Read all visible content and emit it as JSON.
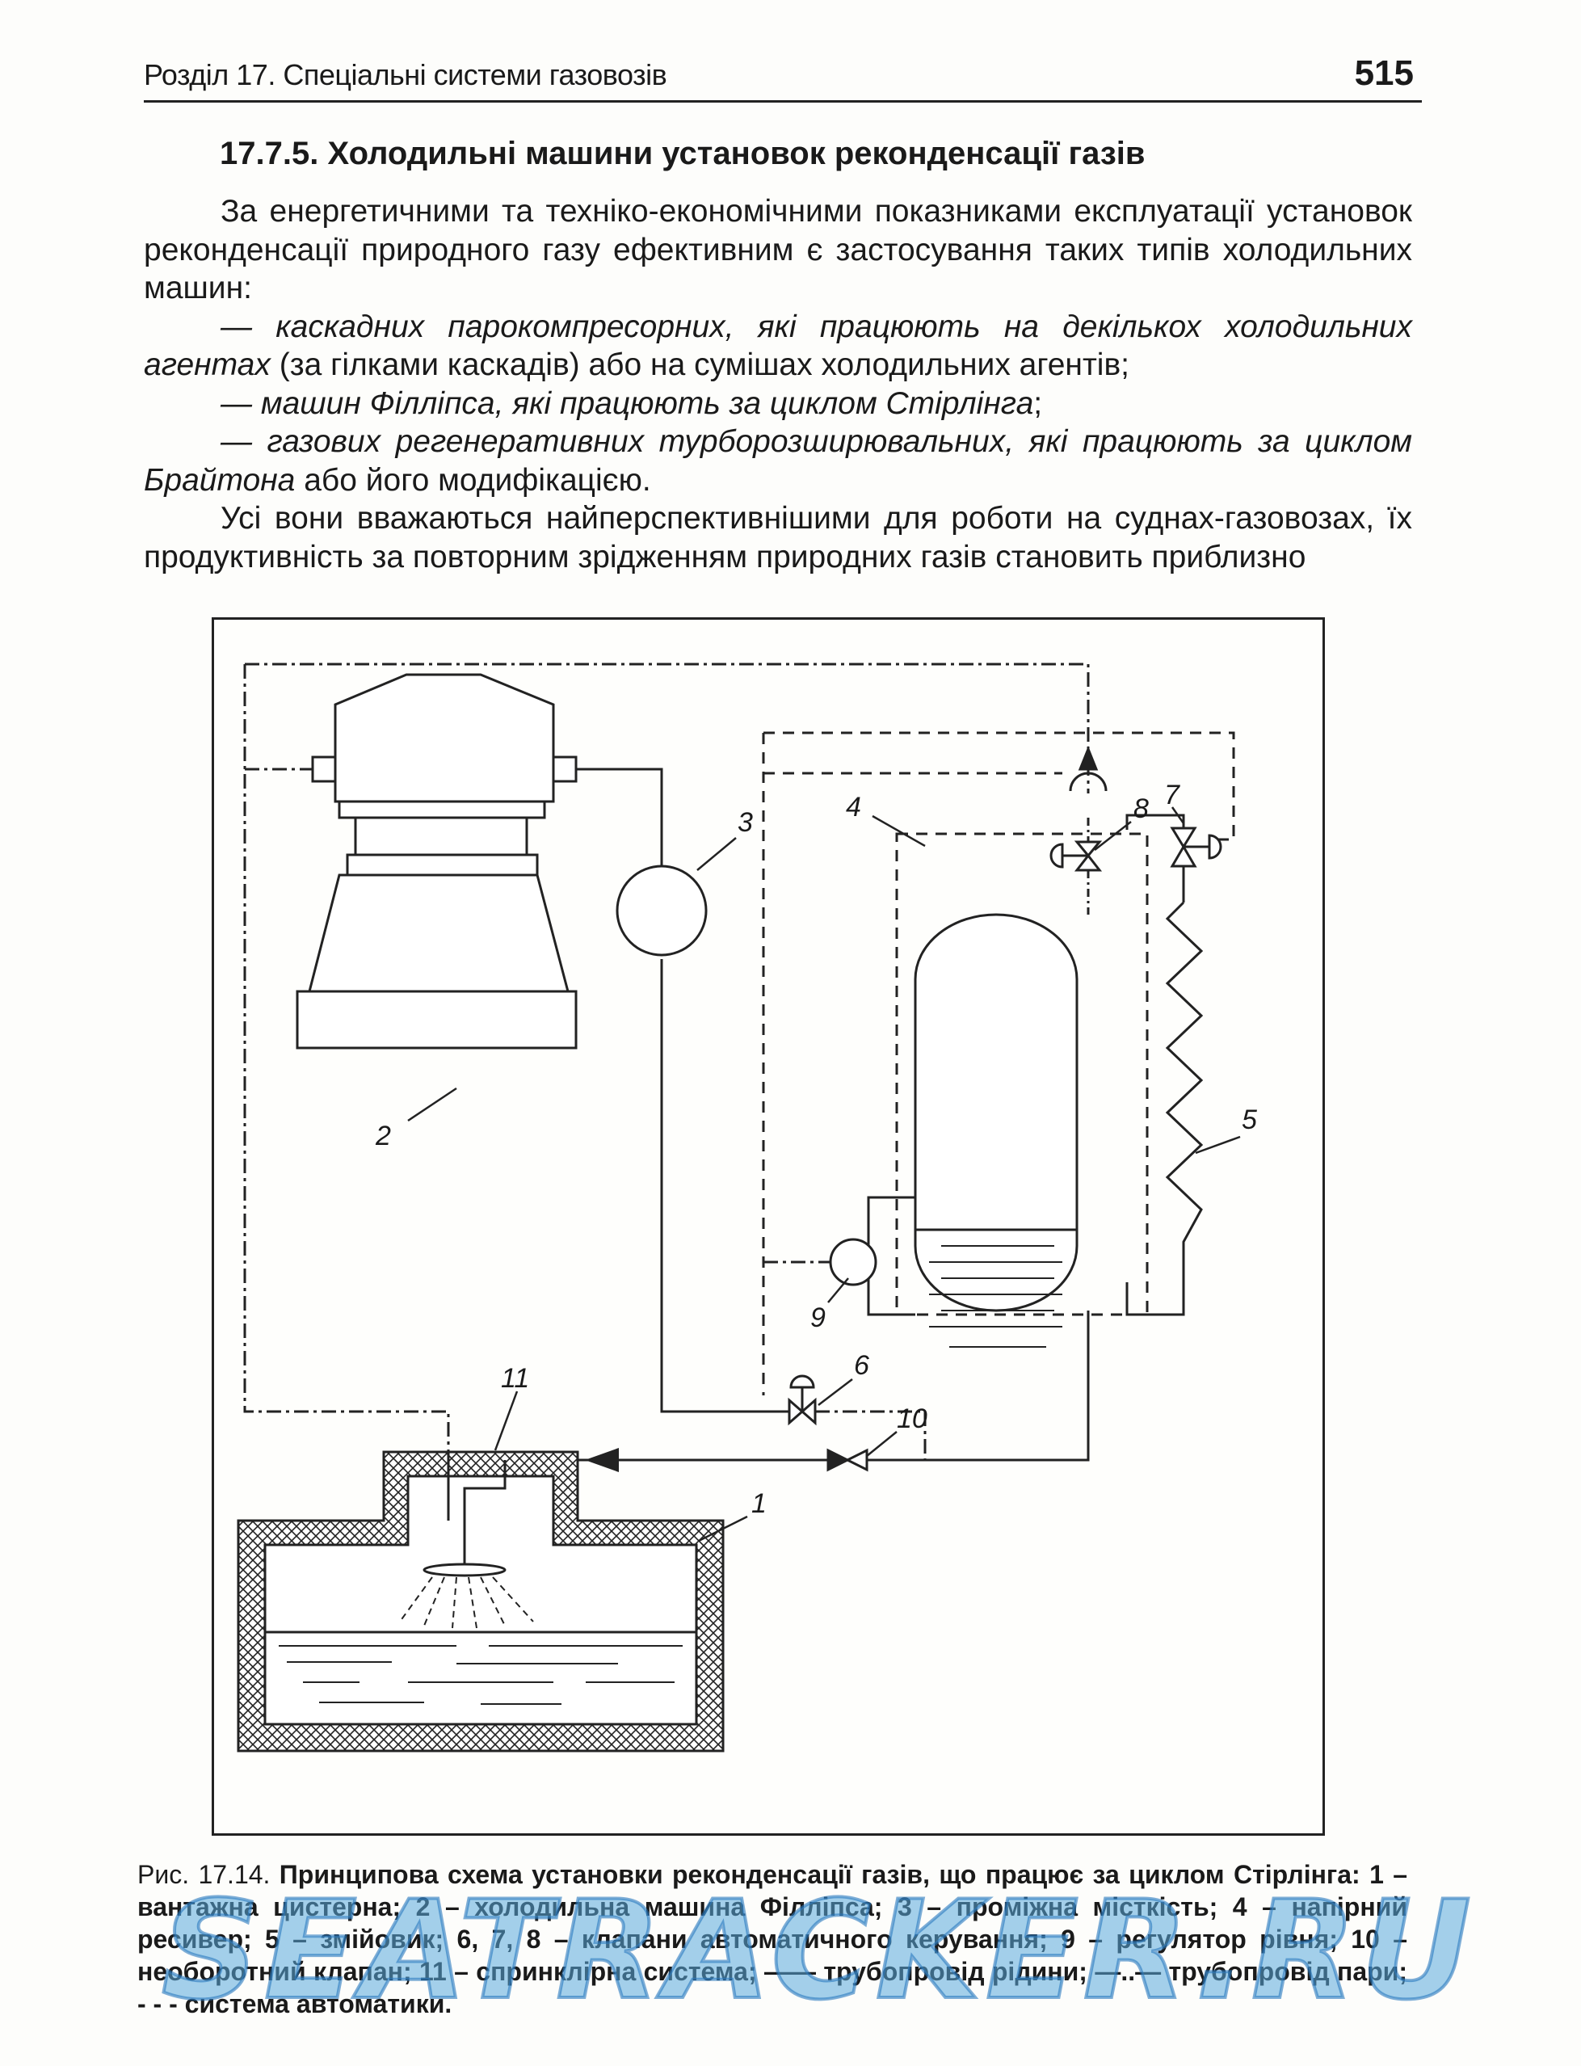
{
  "header": {
    "chapter": "Розділ 17. Спеціальні системи газовозів",
    "page_number": "515"
  },
  "section": {
    "title": "17.7.5. Холодильні машини установок реконденсації газів"
  },
  "body": {
    "p1": "За енергетичними та техніко-економічними показниками експлуатації установок реконденсації природного газу ефективним є застосування таких типів холодильних машин:",
    "item1_italic": "— каскадних парокомпресорних, які працюють на декількох холодильних агентах",
    "item1_rest": " (за гілками каскадів) або на сумішах холодильних агентів;",
    "item2_italic": "— машин Філліпса, які працюють за циклом Стірлінга",
    "item2_rest": ";",
    "item3_italic": "— газових регенеративних турборозширювальних, які працюють за циклом Брайтона",
    "item3_rest": " або його модифікацією.",
    "p2": "Усі вони вважаються найперспективнішими для роботи на суднах-газовозах, їх продуктивність за повторним зрідженням природних газів становить приблизно"
  },
  "figure": {
    "labels": [
      "1",
      "2",
      "3",
      "4",
      "5",
      "6",
      "7",
      "8",
      "9",
      "10",
      "11"
    ]
  },
  "caption": {
    "lead": "Рис. 17.14. ",
    "title": "Принципова схема установки реконденсації газів, що працює за циклом Стірлінга: ",
    "legend": "1 – вантажна цистерна; 2 – холодильна машина Філліпса; 3 – проміжна місткість; 4 – напірний ресивер; 5 – змійовик; 6, 7, 8 – клапани автоматичного керування; 9 – регулятор рівня; 10 – необоротний клапан; 11 – спринклірна система; —— трубопровід рідини; —..— трубопровід пари; - - - система автоматики."
  },
  "watermark": {
    "text": "SEATRACKER.RU",
    "color": "#5aaadc"
  }
}
